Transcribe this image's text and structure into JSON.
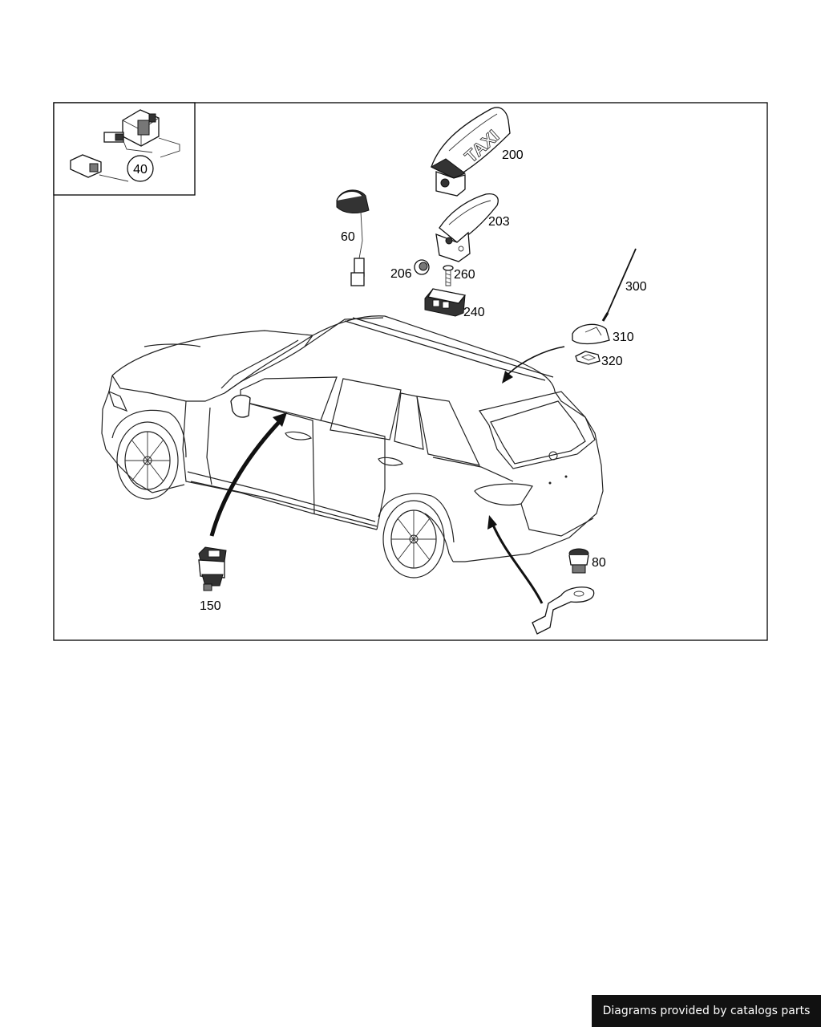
{
  "diagram": {
    "callouts": [
      "40",
      "60",
      "80",
      "150",
      "200",
      "203",
      "206",
      "240",
      "260",
      "300",
      "310",
      "320"
    ],
    "roof_sign_text": "TAXI"
  },
  "footer": {
    "text": "Diagrams provided by catalogs parts"
  }
}
